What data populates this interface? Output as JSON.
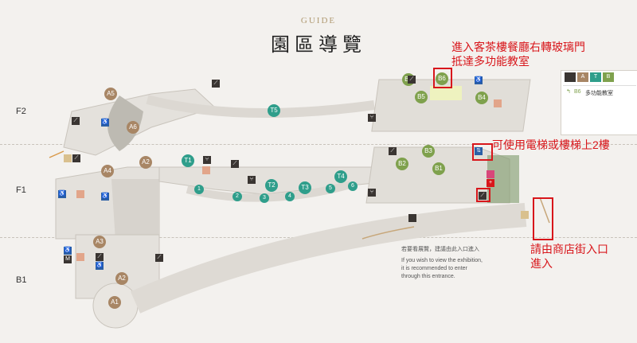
{
  "header": {
    "guide": "GUIDE",
    "title": "園區導覽"
  },
  "floors": [
    "F2",
    "F1",
    "B1"
  ],
  "annotations": {
    "glass_door": [
      "進入客茶樓餐廳右轉玻璃門",
      "抵達多功能教室"
    ],
    "elevator": "可使用電梯或樓梯上2樓",
    "shop_entrance": [
      "請由商店街入口",
      "進入"
    ]
  },
  "legend": {
    "tabs": [
      "A",
      "T",
      "B"
    ],
    "tab_colors": [
      "#a88665",
      "#2f9e8b",
      "#7fa14d"
    ],
    "item_code": "B6",
    "item_label": "多功能教室"
  },
  "entrance_note": {
    "zh": "若要看展覽，建議由此入口進入",
    "en": [
      "If you wish to view the exhibition,",
      "it is recommended to enter",
      "through this entrance."
    ]
  },
  "markers": {
    "A": [
      "A1",
      "A2",
      "A3",
      "A4",
      "A2",
      "A5",
      "A6"
    ],
    "B": [
      "B1",
      "B2",
      "B3",
      "B4",
      "B5",
      "B6",
      "B7"
    ],
    "T": [
      "T1",
      "T2",
      "T3",
      "T4",
      "T5"
    ],
    "S": [
      "1",
      "2",
      "3",
      "4",
      "5",
      "6"
    ]
  },
  "colors": {
    "red": "#d8161b",
    "brown": "#a88665",
    "green": "#7fa14d",
    "teal": "#2f9e8b"
  }
}
